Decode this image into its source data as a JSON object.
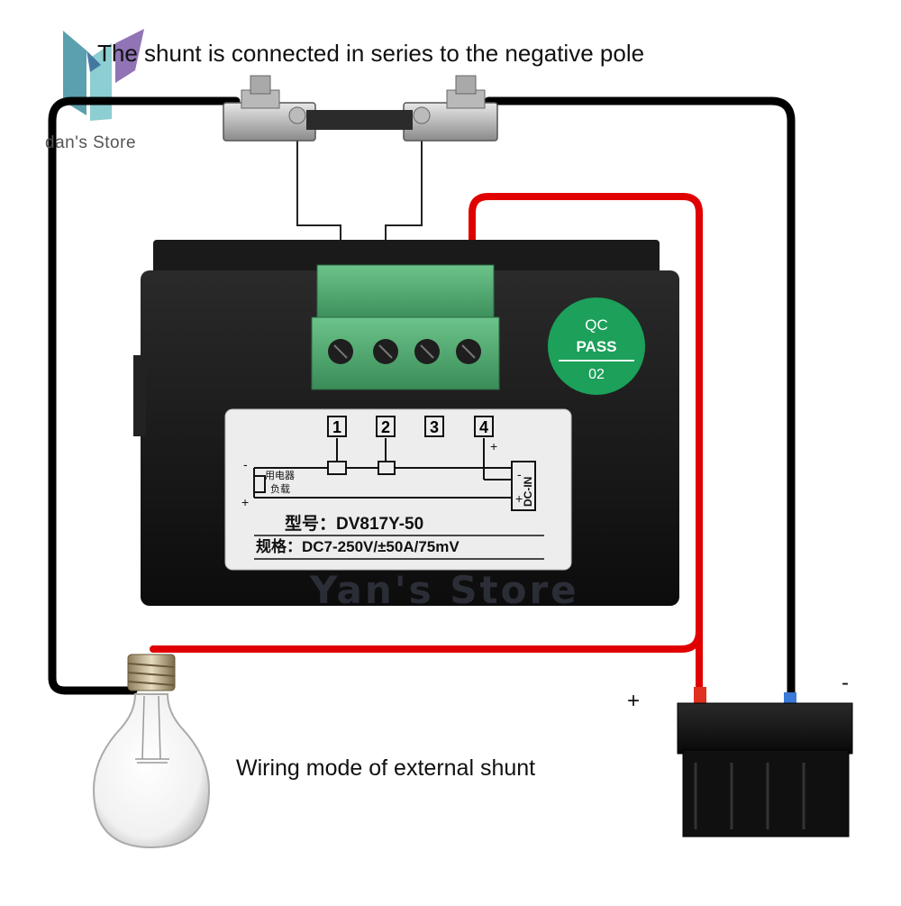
{
  "headline": "The shunt is connected in series to the negative pole",
  "caption": "Wiring mode of external shunt",
  "brand": "dan's Store",
  "watermark": "Yan's Store",
  "battery": {
    "plus": "+",
    "minus": "-"
  },
  "qc_badge": {
    "line1": "QC",
    "line2": "PASS",
    "line3": "02"
  },
  "label_plate": {
    "terminals": [
      "1",
      "2",
      "3",
      "4"
    ],
    "load_text_1": "用电器",
    "load_text_2": "负载",
    "polarity_minus": "-",
    "polarity_plus": "+",
    "dc_in": "DC-IN",
    "model": "型号：DV817Y-50",
    "spec": "规格：DC7-250V/±50A/75mV"
  },
  "colors": {
    "wire_negative": "#000000",
    "wire_positive": "#e00000",
    "meter_body": "#141414",
    "terminal_block": "#4aa36a",
    "qc_badge": "#1ca05a",
    "logo_accent": "#4ab0b8"
  }
}
